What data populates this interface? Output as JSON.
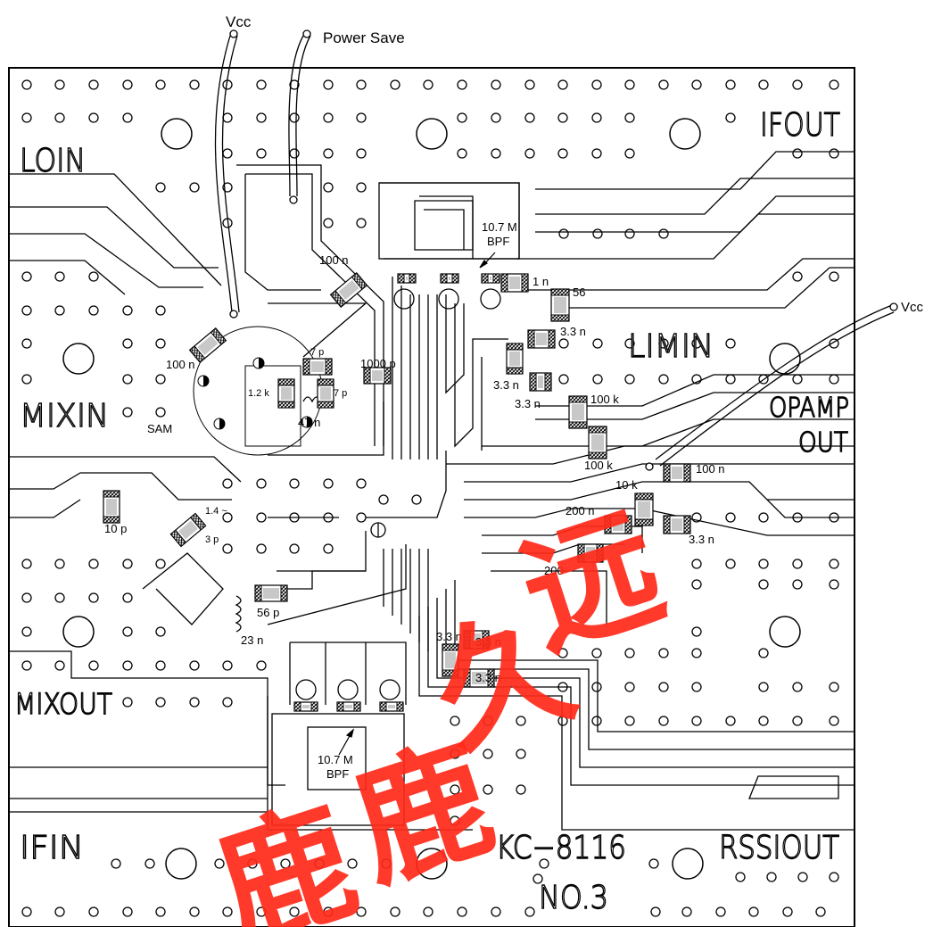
{
  "external_labels": {
    "vcc_top": "Vcc",
    "power_save": "Power Save",
    "vcc_right": "Vcc"
  },
  "board_labels": {
    "loin": "LOIN",
    "ifout": "IFOUT",
    "mixin": "MIXIN",
    "mixout": "MIXOUT",
    "limin": "LIMIN",
    "opamp": "OPAMP",
    "out": "OUT",
    "ifin": "IFIN",
    "rssiout": "RSSIOUT",
    "board_id": "KC−8116",
    "board_no": "NO.3",
    "sam": "SAM"
  },
  "components": {
    "c100n_a": "100 n",
    "c100n_b": "100 n",
    "c7p_a": "7 p",
    "c7p_b": "7 p",
    "c1000p": "1000 p",
    "r1_2k": "1.2 k",
    "l47n": "47 n",
    "bpf_top_freq": "10.7 M",
    "bpf_top": "BPF",
    "c1n": "1 n",
    "r56": "56",
    "c3_3n_a": "3.3 n",
    "c3_3n_b": "3.3 n",
    "c3_3n_c": "3.3 n",
    "r100k_a": "100 k",
    "r100k_b": "100 k",
    "r10k": "10 k",
    "c100n_c": "100 n",
    "r200n": "200 n",
    "c3_3n_d": "3.3 n",
    "r200": "200",
    "c10p": "10 p",
    "c1_4": "1.4 ~",
    "c3p": "3 p",
    "c56p": "56 p",
    "l23n": "23 n",
    "c3_3n_e": "3.3 n",
    "c3_3n_f": "3.3 n",
    "c3_3n_g": "3.3 n",
    "bpf_bot_freq": "10.7 M",
    "bpf_bot": "BPF"
  },
  "watermark": {
    "c1": "鹿",
    "c2": "鹿",
    "c3": "久",
    "c4": "远"
  },
  "colors": {
    "board": "#ffffff",
    "trace": "#000000",
    "watermark": "#ff2a1a",
    "pad": "#c8c8c8"
  }
}
